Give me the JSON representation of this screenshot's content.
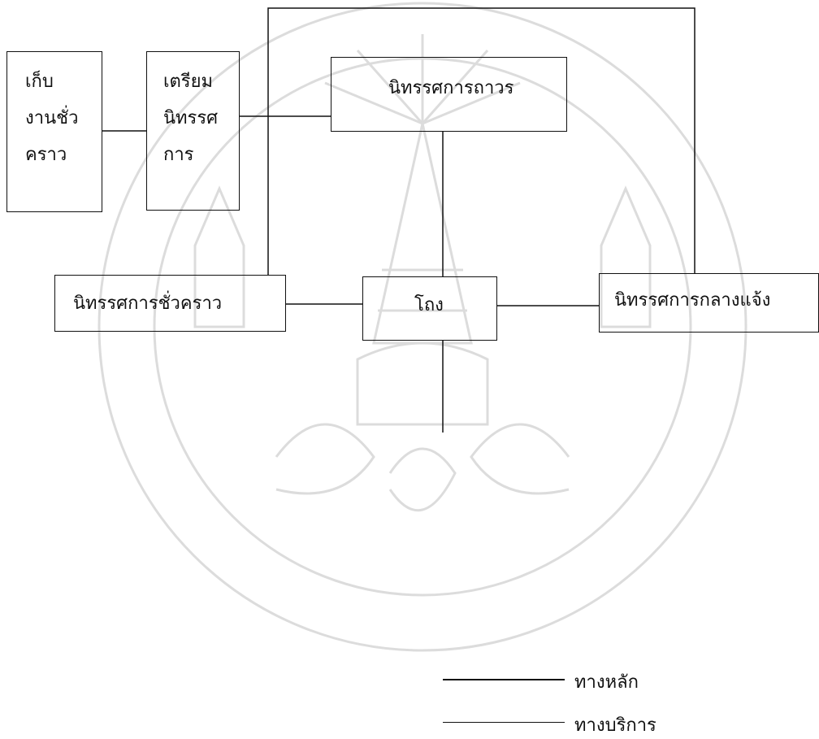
{
  "diagram": {
    "nodes": {
      "storage": {
        "lines": [
          "เก็บ",
          "งานชั่ว",
          "คราว"
        ]
      },
      "preparation": {
        "lines": [
          "เตรียม",
          "นิทรรศ",
          "การ"
        ]
      },
      "permanent_exhibition": {
        "label": "นิทรรศการถาวร"
      },
      "temporary_exhibition": {
        "label": "นิทรรศการชั่วคราว"
      },
      "hall": {
        "label": "โถง"
      },
      "outdoor_exhibition": {
        "label": "นิทรรศการกลางแจ้ง"
      }
    },
    "legend": {
      "main_route": "ทางหลัก",
      "service_route": "ทางบริการ"
    }
  },
  "colors": {
    "line": "#111111",
    "background": "#ffffff",
    "watermark": "#d9d9d9"
  },
  "watermark": {
    "type": "emblem",
    "depicted": "university-seal-watermark"
  }
}
